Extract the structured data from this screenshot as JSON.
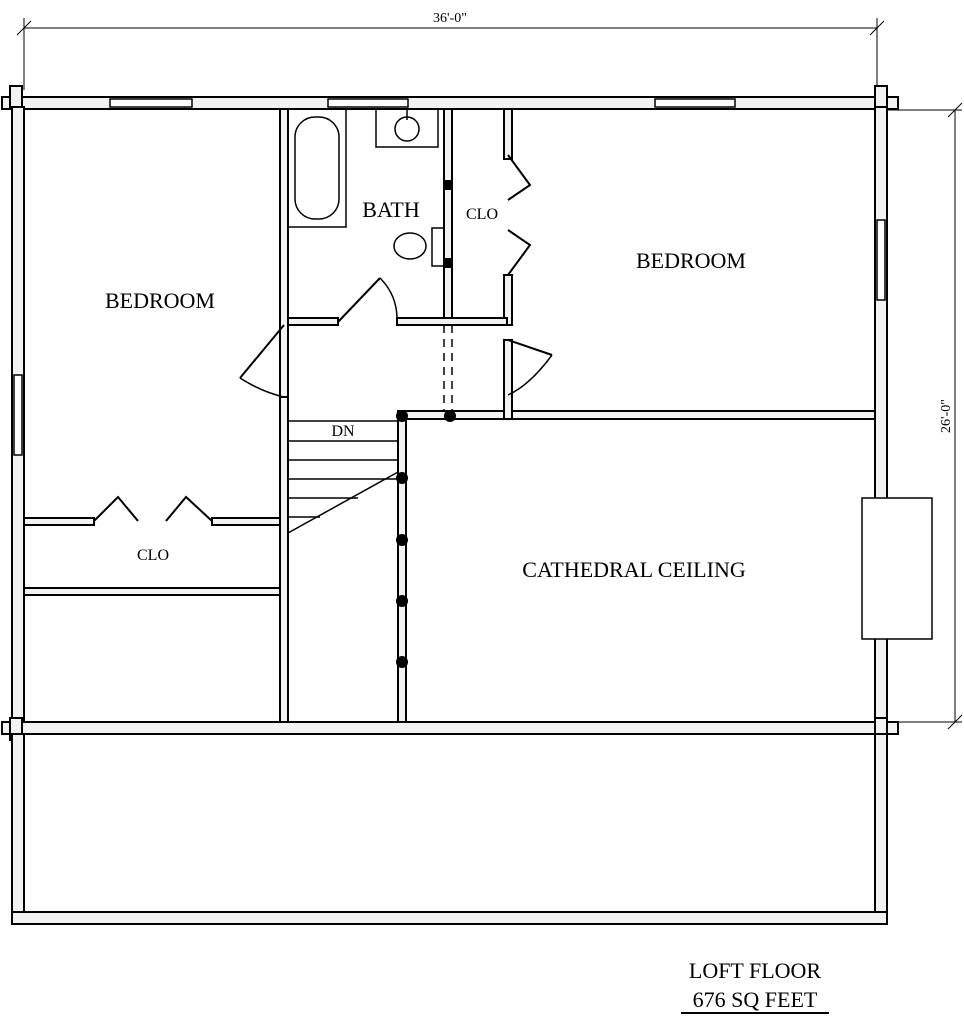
{
  "dimensions": {
    "width_label": "36'-0\"",
    "depth_label": "26'-0\""
  },
  "rooms": {
    "bedroom_left": "BEDROOM",
    "bedroom_right": "BEDROOM",
    "bath": "BATH",
    "closet_bath": "CLO",
    "closet_left": "CLO",
    "cathedral": "CATHEDRAL CEILING",
    "stair": "DN"
  },
  "title": {
    "line1": "LOFT FLOOR",
    "line2": "676 SQ FEET"
  }
}
